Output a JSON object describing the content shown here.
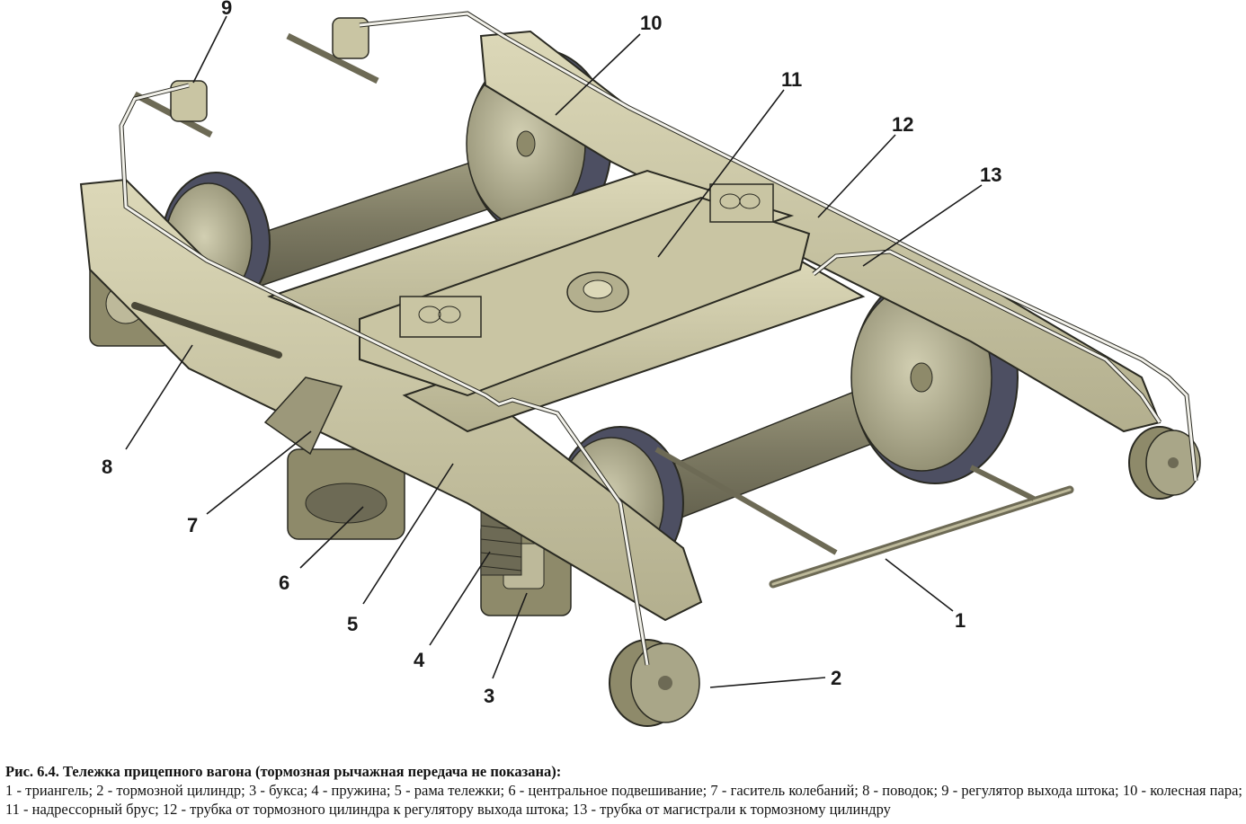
{
  "figure": {
    "callouts": [
      {
        "id": "1",
        "label": "1"
      },
      {
        "id": "2",
        "label": "2"
      },
      {
        "id": "3",
        "label": "3"
      },
      {
        "id": "4",
        "label": "4"
      },
      {
        "id": "5",
        "label": "5"
      },
      {
        "id": "6",
        "label": "6"
      },
      {
        "id": "7",
        "label": "7"
      },
      {
        "id": "8",
        "label": "8"
      },
      {
        "id": "9",
        "label": "9"
      },
      {
        "id": "10",
        "label": "10"
      },
      {
        "id": "11",
        "label": "11"
      },
      {
        "id": "12",
        "label": "12"
      },
      {
        "id": "13",
        "label": "13"
      }
    ],
    "colors": {
      "frame": "#cdc9a6",
      "frame_shadow": "#8e8a6a",
      "metal_dark": "#6d6a55",
      "wheel_rim": "#4d4f62",
      "wheel_face": "#bdb99a",
      "pipe": "#f2f1ea",
      "outline": "#2a2a22"
    }
  },
  "caption": {
    "title": "Рис. 6.4. Тележка прицепного вагона (тормозная рычажная передача не показана):",
    "legend": "1 - триангель; 2 - тормозной цилиндр; 3 - букса; 4 - пружина; 5 - рама тележки; 6 - центральное подвешивание; 7 - гаситель колебаний; 8 - поводок; 9 - регулятор выхода штока; 10 - колесная пара; 11 - надрессорный брус; 12 - трубка от тормозного цилиндра к регулятору выхода штока; 13 - трубка от магистрали к тормозному цилиндру"
  }
}
